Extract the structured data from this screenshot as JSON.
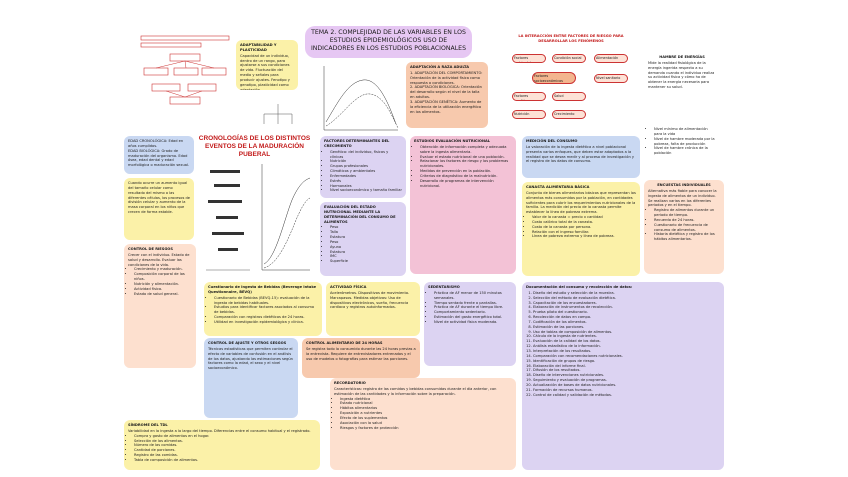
{
  "title": "TEMA 2. COMPLEJIDAD DE LAS VARIABLES EN LOS ESTUDIOS EPIDEMIOLÓGICOS USO DE INDICADORES EN LOS ESTUDIOS POBLACIONALES",
  "crono_title": "CRONOLOGÍAS DE LOS DISTINTOS EVENTOS DE LA MADURACIÓN PUBERAL",
  "adapt": {
    "head": "ADAPTABILIDAD Y PLASTICIDAD",
    "body": "Capacidad de un individuo, dentro de un rango, para ajustarse a sus condiciones de vida. Fluctuación del medio y señales para producir ajustes. Fenotipo y genotipo, plasticidad como adaptación."
  },
  "adaptacion": {
    "head": "ADAPTACIÓN A RAZA ADULTA",
    "items": [
      "1. ADAPTACIÓN DEL COMPORTAMIENTO: Orientación de la actividad física como respuesta a condiciones.",
      "2. ADAPTACIÓN BIOLÓGICA: Orientación del desarrollo según el nivel de la talla en adultos.",
      "3. ADAPTACIÓN GENÉTICA: Aumento de la eficiencia de la utilización energética en los alimentos."
    ]
  },
  "flow": {
    "title": "LA INTERACCIÓN ENTRE FACTORES DE RIESGO PARA DESARROLLAR LOS FENÓMENOS",
    "boxes": [
      "Factores ambientales",
      "Condición social",
      "Alimentación",
      "Factores socioeconómicos",
      "Nivel sanitario",
      "Factores genéticos",
      "Salud",
      "Nutrición",
      "Crecimiento"
    ]
  },
  "hambre": {
    "head": "HAMBRE DE ENERGÍAS",
    "body": "Mide la realidad fisiológica de la energía ingerida respecto a su demanda cuando el individuo realiza su actividad física y cómo ha de obtener la energía necesaria para mantener su salud."
  },
  "hambre_items": [
    "Nivel mínimo de alimentación para la vida",
    "Nivel de hambre moderada por la pobreza, falta de producción",
    "Nivel de hambre crónica de la población"
  ],
  "encuesta": {
    "head": "ENCUESTAS INDIVIDUALES",
    "body": "Alternativa más fiable para conocer la ingesta de alimentos de un individuo. Se realizan varias en los diferentes periodos y en el tiempo."
  },
  "encuesta_items": [
    "Registro de alimentos durante un periodo de tiempo.",
    "Recuerdo de 24 horas.",
    "Cuestionario de frecuencia de consumo de alimentos.",
    "Historia dietética y registro de los hábitos alimentarios."
  ],
  "edad": {
    "head": "EDAD CRONOLÓGICA",
    "items": [
      "EDAD CRONOLÓGICA: Edad en años cumplidos.",
      "EDAD BIOLÓGICA: Grado de maduración del organismo. Edad ósea, edad dental y edad morfológica o maduración sexual."
    ]
  },
  "crecimiento": "Cuando ocurre un aumento igual del tamaño celular como resultado del mismo o las diferentes células, los procesos de división celular y aumento de la masa corporal en los niños que crecen de forma estable.",
  "consumo": {
    "head": "CONTROL DE RIESGOS",
    "body": "Crecer con el individuo. Estado de salud y desarrollo. Evaluar las condiciones de la vida.",
    "items": [
      "Crecimiento y maduración.",
      "Composición corporal de los niños.",
      "Nutrición y alimentación.",
      "Actividad física.",
      "Estado de salud general."
    ]
  },
  "factores": {
    "head": "FACTORES DETERMINANTES DEL CRECIMIENTO",
    "items": [
      "Genético: del individuo, físicas y clínicas",
      "Nutrición",
      "Grupos profesionales",
      "Climáticos y ambientales",
      "Enfermedades",
      "Estrés",
      "Hormonales",
      "Nivel socioeconómico y tamaño familiar"
    ]
  },
  "evaluacion": {
    "head": "EVALUACIÓN DEL ESTADO NUTRICIONAL MEDIANTE LA DETERMINACIÓN DEL CONSUMO DE ALIMENTOS",
    "items": [
      "Peso",
      "Talla",
      "Estatura",
      "Peso",
      "Ayuno",
      "Estatura",
      "IMC",
      "Superficie"
    ]
  },
  "estudios": {
    "head": "ESTUDIOS EVALUACIÓN NUTRICIONAL",
    "items": [
      "Obtención de información completa y adecuada sobre la ingesta alimentaria.",
      "Evaluar el estado nutricional de una población.",
      "Relacionar los factores de riesgo y los problemas nutricionales.",
      "Medidas de prevención en la población.",
      "Criterios de diagnóstico de la malnutrición.",
      "Desarrollo de programas de intervención nutricional."
    ]
  },
  "medicion": {
    "head": "MEDICIÓN DEL CONSUMO",
    "body": "La valoración de la ingesta dietética a nivel poblacional presenta varios enfoques, que deben estar adaptados a la realidad que se desea medir y al proceso de investigación y el registro de los datos de consumo."
  },
  "canasta": {
    "head": "CANASTA ALIMENTARIA BÁSICA",
    "body": "Conjunto de bienes alimentarios básicos que representan los alimentos más consumidos por la población, en cantidades suficientes para cubrir los requerimientos nutricionales de la familia. La medición del precio de la canasta permite establecer la línea de pobreza extrema.",
    "items": [
      "Valor de la canasta = precio x cantidad",
      "Costo calórico total de la canasta.",
      "Costo de la canasta por persona.",
      "Relación con el ingreso familiar.",
      "Línea de pobreza extrema y línea de pobreza."
    ]
  },
  "cuestionario": {
    "head": "Cuestionario de Ingesta de Bebidas (Beverage Intake Questionnaire, BEVQ)",
    "items": [
      "Cuestionario de Bebidas (BEVQ-15): evaluación de la ingesta de bebidas habituales.",
      "Estudios para identificar factores asociados al consumo de bebidas.",
      "Comparación con registros dietéticos de 24 horas.",
      "Utilidad en investigación epidemiológica y clínica."
    ]
  },
  "actividad": {
    "head": "ACTIVIDAD FÍSICA",
    "body": "Acelerómetros. Dispositivos de movimiento. Marcapasos. Medidas objetivas: Uso de dispositivos electrónicos, sueño, frecuencia cardíaca y registros autoinformados."
  },
  "sedentario": {
    "head": "SEDENTARISMO",
    "items": [
      "Práctica de AF menor de 150 minutos semanales.",
      "Tiempo sentado frente a pantallas.",
      "Práctica de AF durante el tiempo libre.",
      "Comportamiento sedentario.",
      "Estimación del gasto energético total.",
      "Nivel de actividad física moderada."
    ]
  },
  "ajuste": {
    "head": "CONTROL DE AJUSTE Y OTROS SESGOS",
    "body": "Técnicas estadísticas que permiten controlar el efecto de variables de confusión en el análisis de los datos, ajustando las estimaciones según factores como la edad, el sexo y el nivel socioeconómico."
  },
  "recordatorio24": {
    "head": "CONTROL ALIMENTARIO DE 24 HORAS",
    "body": "Se registra todo lo consumido durante las 24 horas previas a la entrevista. Requiere de entrevistadores entrenados y el uso de modelos o fotografías para estimar las porciones."
  },
  "sindrome": {
    "head": "SÍNDROME DEL TDL",
    "body": "Variabilidad en la ingesta a lo largo del tiempo. Diferencias entre el consumo habitual y el registrado.",
    "items": [
      "Compra y gasto de alimentos en el hogar.",
      "Selección de los alimentos.",
      "Número de las comidas.",
      "Cantidad de porciones.",
      "Registro de las comidas.",
      "Tabla de composición de alimentos."
    ]
  },
  "recordatorio": {
    "head": "RECORDATORIO",
    "body": "Características: registro de las comidas y bebidas consumidas durante el día anterior, con estimación de las cantidades y la información sobre la preparación.",
    "items": [
      "Ingesta dietética",
      "Estado nutricional",
      "Hábitos alimentarios",
      "Exposición a nutrientes",
      "Efecto de los suplementos",
      "Asociación con la salud",
      "Riesgos y factores de protección"
    ]
  },
  "documento": {
    "head": "Documentación del consumo y recolección de datos:",
    "items": [
      "Diseño del estudio y selección de la muestra.",
      "Selección del método de evaluación dietética.",
      "Capacitación de los encuestadores.",
      "Elaboración de instrumentos de recolección.",
      "Prueba piloto del cuestionario.",
      "Recolección de datos en campo.",
      "Codificación de los alimentos.",
      "Estimación de las porciones.",
      "Uso de tablas de composición de alimentos.",
      "Cálculo de la ingesta de nutrientes.",
      "Evaluación de la calidad de los datos.",
      "Análisis estadístico de la información.",
      "Interpretación de los resultados.",
      "Comparación con recomendaciones nutricionales.",
      "Identificación de grupos de riesgo.",
      "Elaboración del informe final.",
      "Difusión de los resultados.",
      "Diseño de intervenciones nutricionales.",
      "Seguimiento y evaluación de programas.",
      "Actualización de bases de datos nutricionales.",
      "Formación de recursos humanos.",
      "Control de calidad y validación de métodos."
    ]
  }
}
